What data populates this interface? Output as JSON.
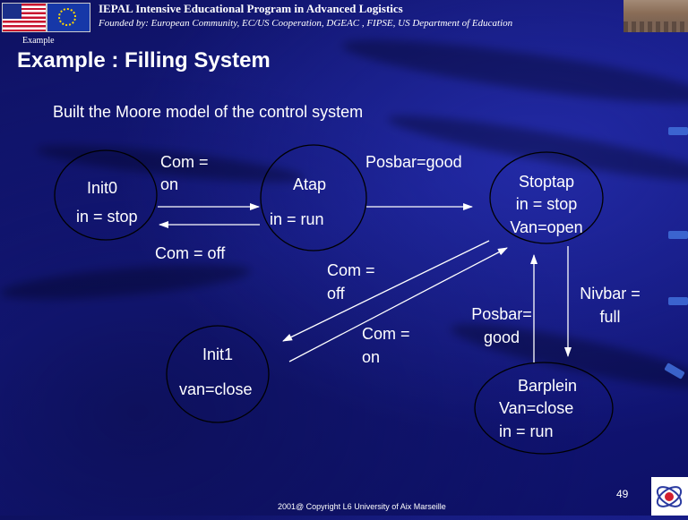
{
  "header": {
    "title": "IEPAL Intensive Educational Program in Advanced Logistics",
    "subtitle": "Founded by: European Community, EC/US Cooperation, DGEAC , FIPSE, US Department of Education"
  },
  "breadcrumb": "Example",
  "slide": {
    "title": "Example : Filling System",
    "subtitle": "Built the Moore model of the control system"
  },
  "states": {
    "init0": {
      "name": "Init0",
      "output": "in = stop"
    },
    "atap": {
      "name": "Atap",
      "output": "in = run"
    },
    "stoptap": {
      "name": "Stoptap",
      "output1": "in = stop",
      "output2": "Van=open"
    },
    "init1": {
      "name": "Init1",
      "output": "van=close"
    },
    "barplein": {
      "name": "Barplein",
      "output1": "Van=close",
      "output2": "in = run"
    }
  },
  "transitions": {
    "init0_atap": {
      "line1": "Com =",
      "line2": "on"
    },
    "atap_init0": "Com = off",
    "atap_stoptap": "Posbar=good",
    "stoptap_init1": {
      "line1": "Com =",
      "line2": "off"
    },
    "init1_stoptap": {
      "line1": "Com =",
      "line2": "on"
    },
    "barplein_stoptap": {
      "line1": "Posbar=",
      "line2": "good"
    },
    "stoptap_barplein": {
      "line1": "Nivbar =",
      "line2": "full"
    }
  },
  "footer": {
    "page": "49",
    "copyright": "2001@ Copyright  L6 University of Aix Marseille"
  },
  "colors": {
    "background": "#151a86",
    "text": "#ffffff",
    "accent": "#3f6bd6"
  },
  "icons": [
    "us-flag-icon",
    "eu-flag-icon",
    "university-logo-icon"
  ]
}
